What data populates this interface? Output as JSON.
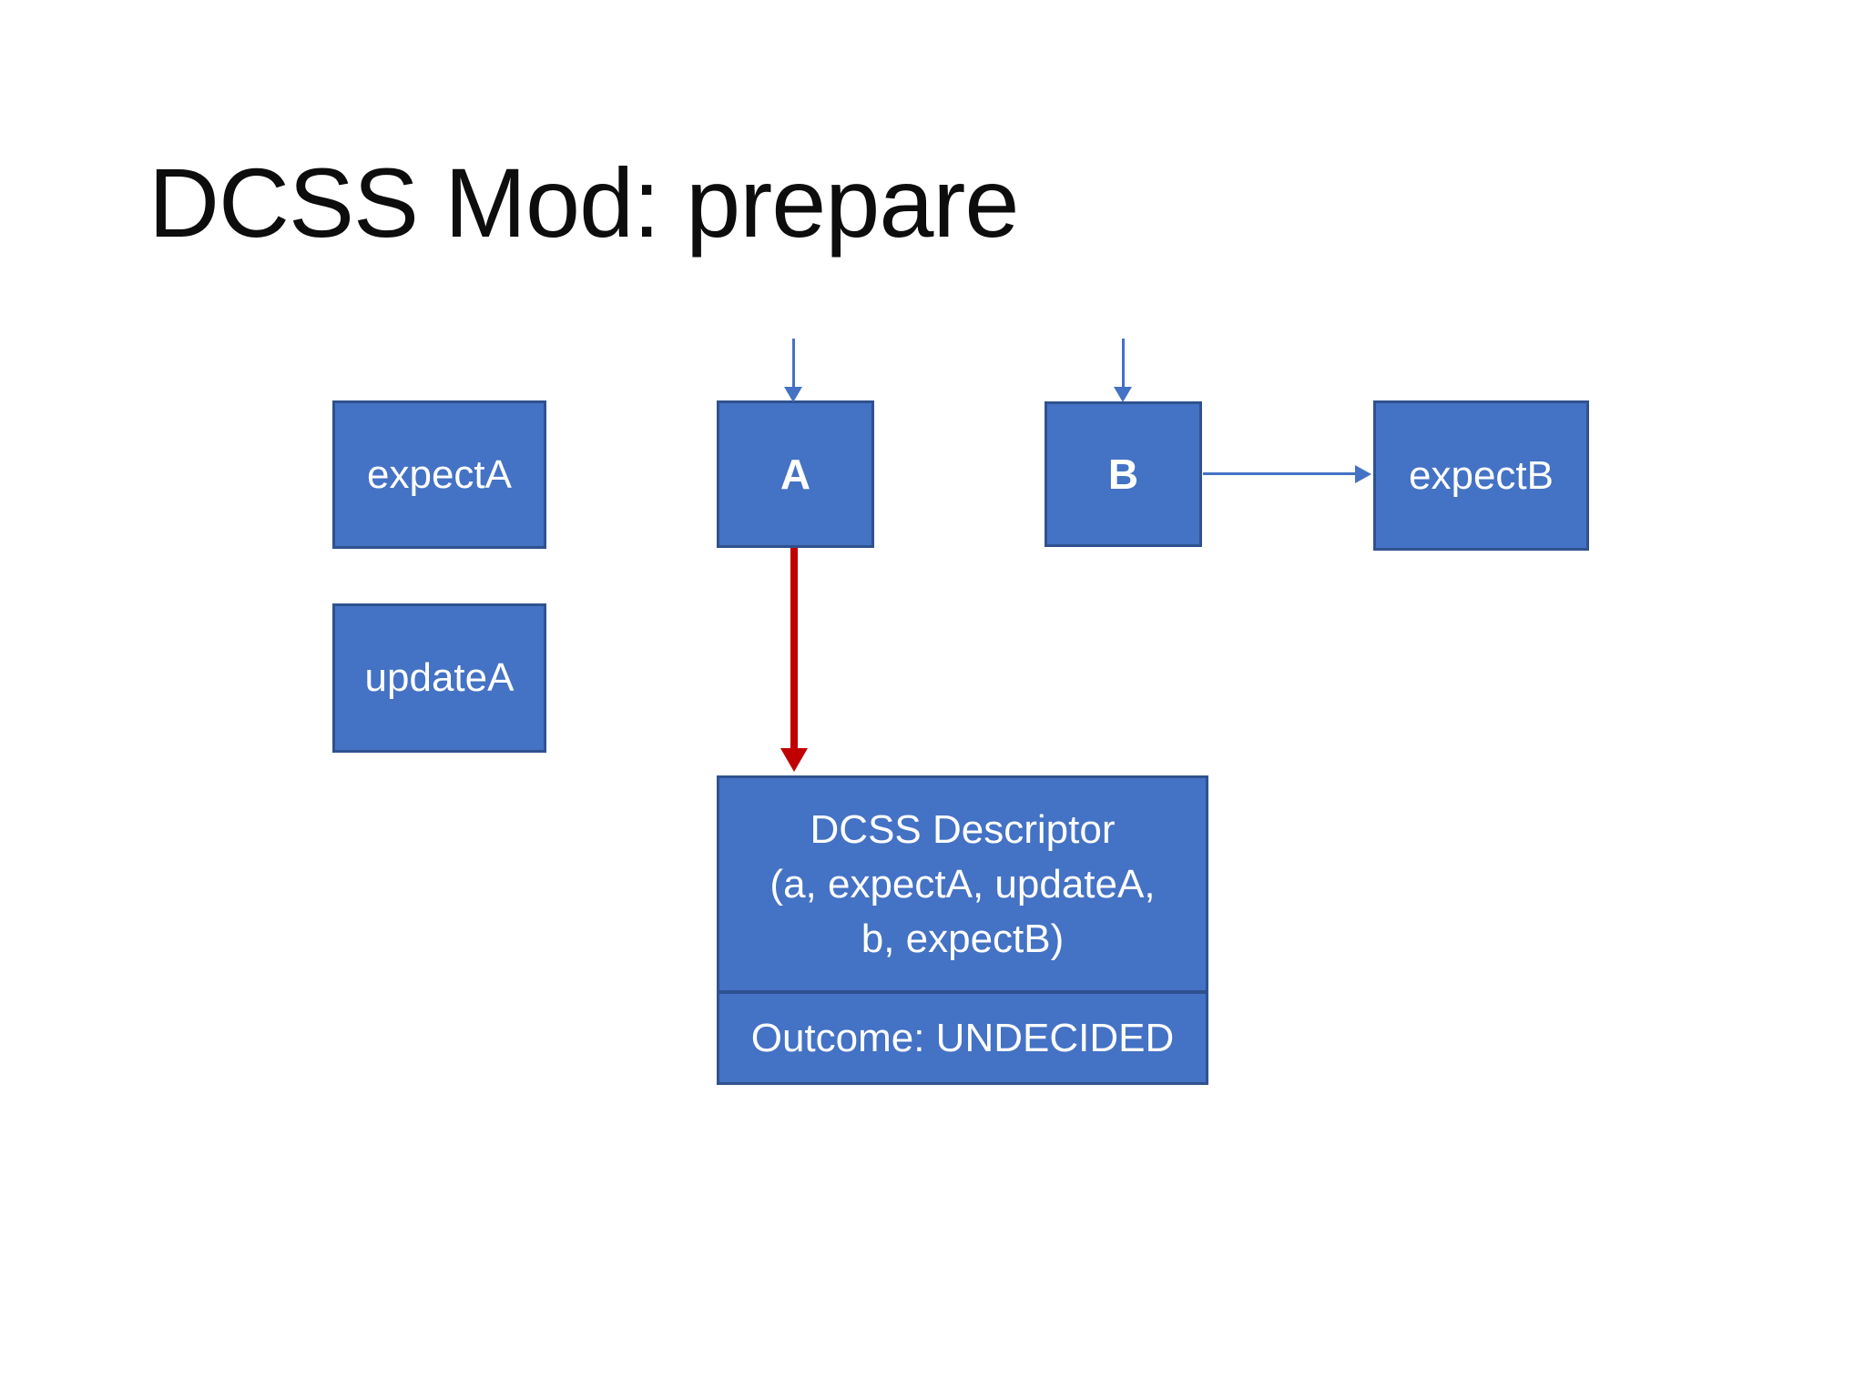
{
  "title": "DCSS Mod: prepare",
  "boxes": {
    "expect_a": {
      "label": "expectA"
    },
    "update_a": {
      "label": "updateA"
    },
    "a": {
      "label": "A"
    },
    "b": {
      "label": "B"
    },
    "expect_b": {
      "label": "expectB"
    },
    "descriptor": {
      "lines": [
        "DCSS Descriptor",
        "(a, expectA, updateA,",
        "b, expectB)"
      ]
    },
    "outcome": {
      "label": "Outcome: UNDECIDED"
    }
  },
  "arrows": {
    "into_a": "blue-arrow-down-into-A",
    "into_b": "blue-arrow-down-into-B",
    "b_to_expect_b": "blue-arrow-right-B-to-expectB",
    "a_to_descriptor": "red-arrow-down-A-to-descriptor"
  },
  "colors": {
    "box_fill": "#4472C4",
    "box_border": "#2F528F",
    "blue_arrow": "#4472C4",
    "red_arrow": "#C00000",
    "title_text": "#0D0D0D",
    "box_text": "#FFFFFF",
    "background": "#FFFFFF"
  }
}
